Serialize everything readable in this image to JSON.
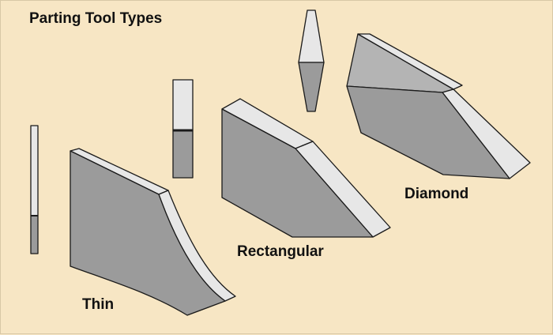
{
  "title": "Parting Tool Types",
  "tools": [
    {
      "label": "Thin"
    },
    {
      "label": "Rectangular"
    },
    {
      "label": "Diamond"
    }
  ],
  "colors": {
    "background": "#f7e6c4",
    "face_dark": "#9b9b9b",
    "face_mid": "#b4b4b4",
    "face_light": "#e7e7e7",
    "edge": "#1a1a1a"
  }
}
